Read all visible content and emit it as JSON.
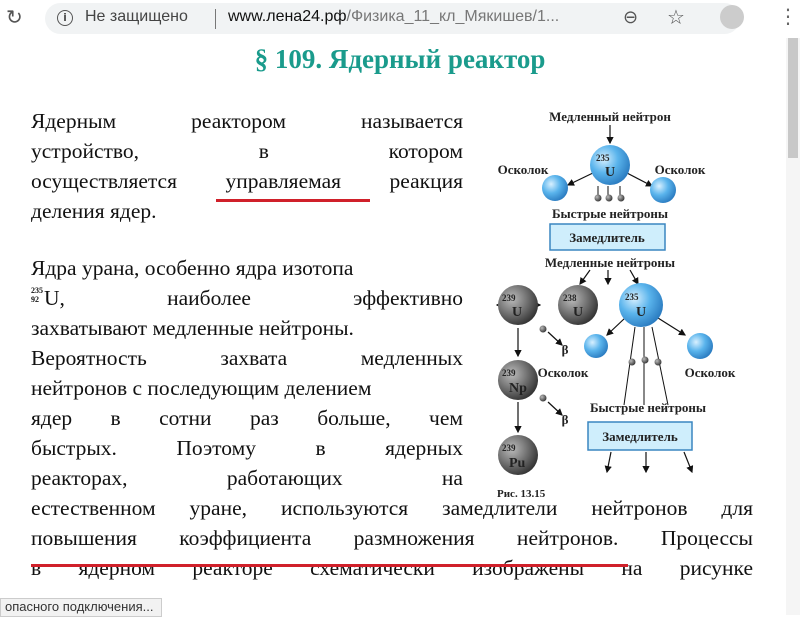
{
  "browser": {
    "security": "Не защищено",
    "url_domain": "www.лена24.рф",
    "url_path": "/Физика_11_кл_Мякишев/1...",
    "status": "опасного подключения..."
  },
  "title": "§ 109. Ядерный реактор",
  "para1": [
    [
      "Ядерным",
      "реактором",
      "называется"
    ],
    [
      "устройство,",
      "в",
      "котором"
    ],
    [
      "осуществляется",
      "управляемая",
      "реакция"
    ],
    [
      "деления ядер."
    ]
  ],
  "para2_lines": [
    [
      "Ядра урана, особенно ядра изотопа"
    ],
    [
      "U,",
      "наиболее",
      "эффективно"
    ],
    [
      "захватывают медленные нейтроны."
    ],
    [
      "Вероятность",
      "захвата",
      "медленных"
    ],
    [
      "нейтронов с последующим делением"
    ],
    [
      "ядер",
      "в",
      "сотни",
      "раз",
      "больше,",
      "чем"
    ],
    [
      "быстрых.",
      "Поэтому",
      "в",
      "ядерных"
    ],
    [
      "реакторах,",
      "работающих",
      "на"
    ]
  ],
  "isotope": {
    "mass": "235",
    "charge": "92"
  },
  "full_lines": [
    "естественном уране, используются замедлители нейтронов для",
    "повышения коэффициента размножения нейтронов. Процессы",
    "в ядерном реакторе схематически изображены на рисунке"
  ],
  "figure": {
    "slow_neutron": "Медленный нейтрон",
    "fragment": "Осколок",
    "fast_neutrons": "Быстрые нейтроны",
    "moderator": "Замедлитель",
    "slow_neutrons": "Медленные нейтроны",
    "u235_mass": "235",
    "u_symbol": "U",
    "u238_mass": "238",
    "u239_mass": "239",
    "np": "Np",
    "pu": "Pu",
    "beta": "β",
    "caption": "Рис. 13.15"
  }
}
